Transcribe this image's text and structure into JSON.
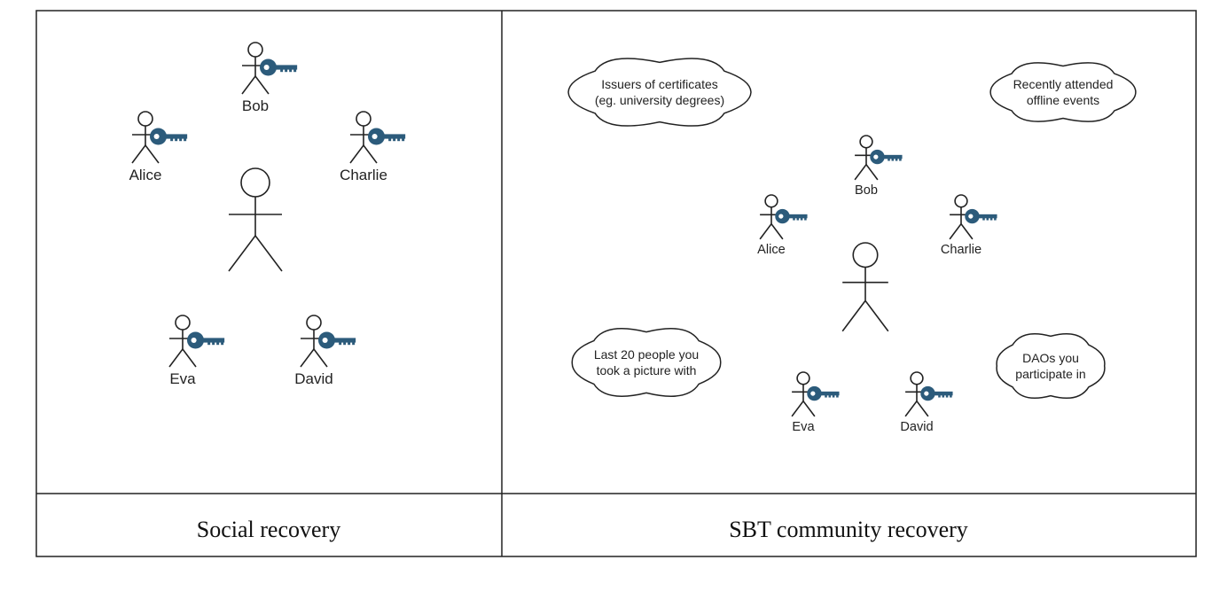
{
  "panels": [
    {
      "caption": "Social recovery",
      "people": [
        {
          "name": "Bob",
          "has_key": true
        },
        {
          "name": "Alice",
          "has_key": true
        },
        {
          "name": "Charlie",
          "has_key": true
        },
        {
          "name": "Eva",
          "has_key": true
        },
        {
          "name": "David",
          "has_key": true
        }
      ],
      "clouds": []
    },
    {
      "caption": "SBT community recovery",
      "people": [
        {
          "name": "Bob",
          "has_key": true
        },
        {
          "name": "Alice",
          "has_key": true
        },
        {
          "name": "Charlie",
          "has_key": true
        },
        {
          "name": "Eva",
          "has_key": true
        },
        {
          "name": "David",
          "has_key": true
        }
      ],
      "clouds": [
        {
          "lines": [
            "Issuers of certificates",
            "(eg. university degrees)"
          ]
        },
        {
          "lines": [
            "Recently attended",
            "offline events"
          ]
        },
        {
          "lines": [
            "Last 20 people you",
            "took a picture with"
          ]
        },
        {
          "lines": [
            "DAOs you",
            "participate in"
          ]
        }
      ]
    }
  ],
  "colors": {
    "key": "#2c5b7b",
    "line": "#222222"
  },
  "icons": {
    "person": "stick-figure-icon",
    "key": "key-icon",
    "cloud": "cloud-icon"
  }
}
